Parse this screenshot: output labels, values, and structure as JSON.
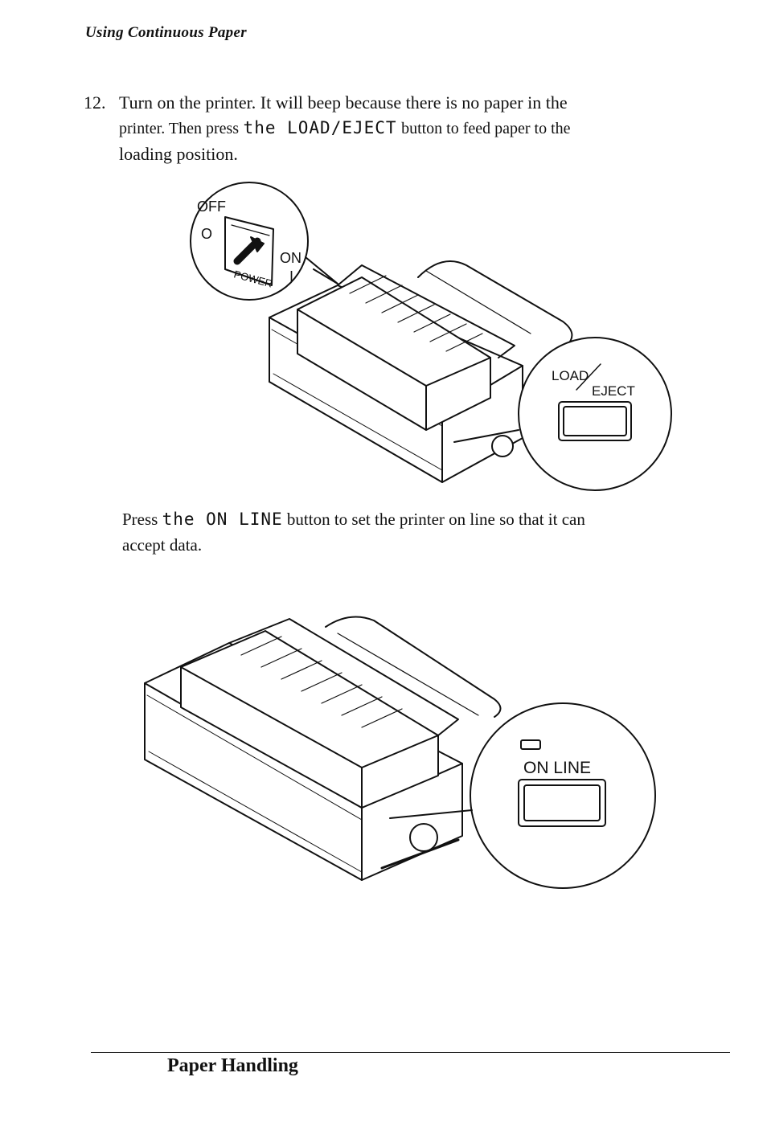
{
  "header": {
    "running_title": "Using Continuous Paper"
  },
  "step12": {
    "number": "12.",
    "line1": "Turn on the printer. It will beep because there is no paper in the",
    "line2_start": "printer. Then press",
    "line2_key": "the LOAD/EJECT",
    "line2_end": "button to feed paper to the",
    "line3": "loading position."
  },
  "figure1": {
    "switch_off_label": "OFF",
    "switch_off_symbol": "O",
    "switch_on_label": "ON",
    "switch_on_symbol": "I",
    "switch_name": "POWER",
    "button_label_1": "LOAD",
    "button_label_2": "EJECT"
  },
  "para2": {
    "start": "Press",
    "key": "the ON LINE",
    "end": "button to set the printer on line so that it can",
    "line2": "accept data."
  },
  "figure2": {
    "button_label": "ON LINE"
  },
  "footer": {
    "section": "Paper Handling"
  }
}
